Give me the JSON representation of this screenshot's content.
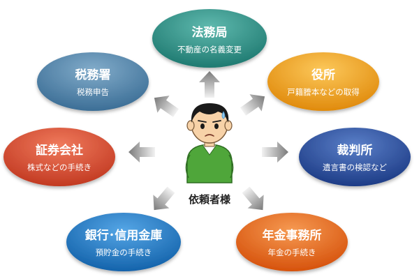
{
  "center": {
    "label": "依頼者様",
    "figure_icon": "person-icon"
  },
  "nodes": [
    {
      "id": "houmukyoku",
      "title": "法務局",
      "subtitle": "不動産の名義変更",
      "color": "#2f8f86"
    },
    {
      "id": "yakusho",
      "title": "役所",
      "subtitle": "戸籍謄本などの取得",
      "color": "#f0a11c"
    },
    {
      "id": "saibansho",
      "title": "裁判所",
      "subtitle": "遺言書の検認など",
      "color": "#2d4f9e"
    },
    {
      "id": "nenkin",
      "title": "年金事務所",
      "subtitle": "年金の手続き",
      "color": "#ea6418"
    },
    {
      "id": "ginko",
      "title": "銀行･信用金庫",
      "subtitle": "預貯金の手続き",
      "color": "#1f78c4"
    },
    {
      "id": "shoken",
      "title": "証券会社",
      "subtitle": "株式などの手続き",
      "color": "#d9482c"
    },
    {
      "id": "zeimusho",
      "title": "税務署",
      "subtitle": "税務申告",
      "color": "#4d7ea6"
    }
  ],
  "arrow_icon": "arrow-icon"
}
